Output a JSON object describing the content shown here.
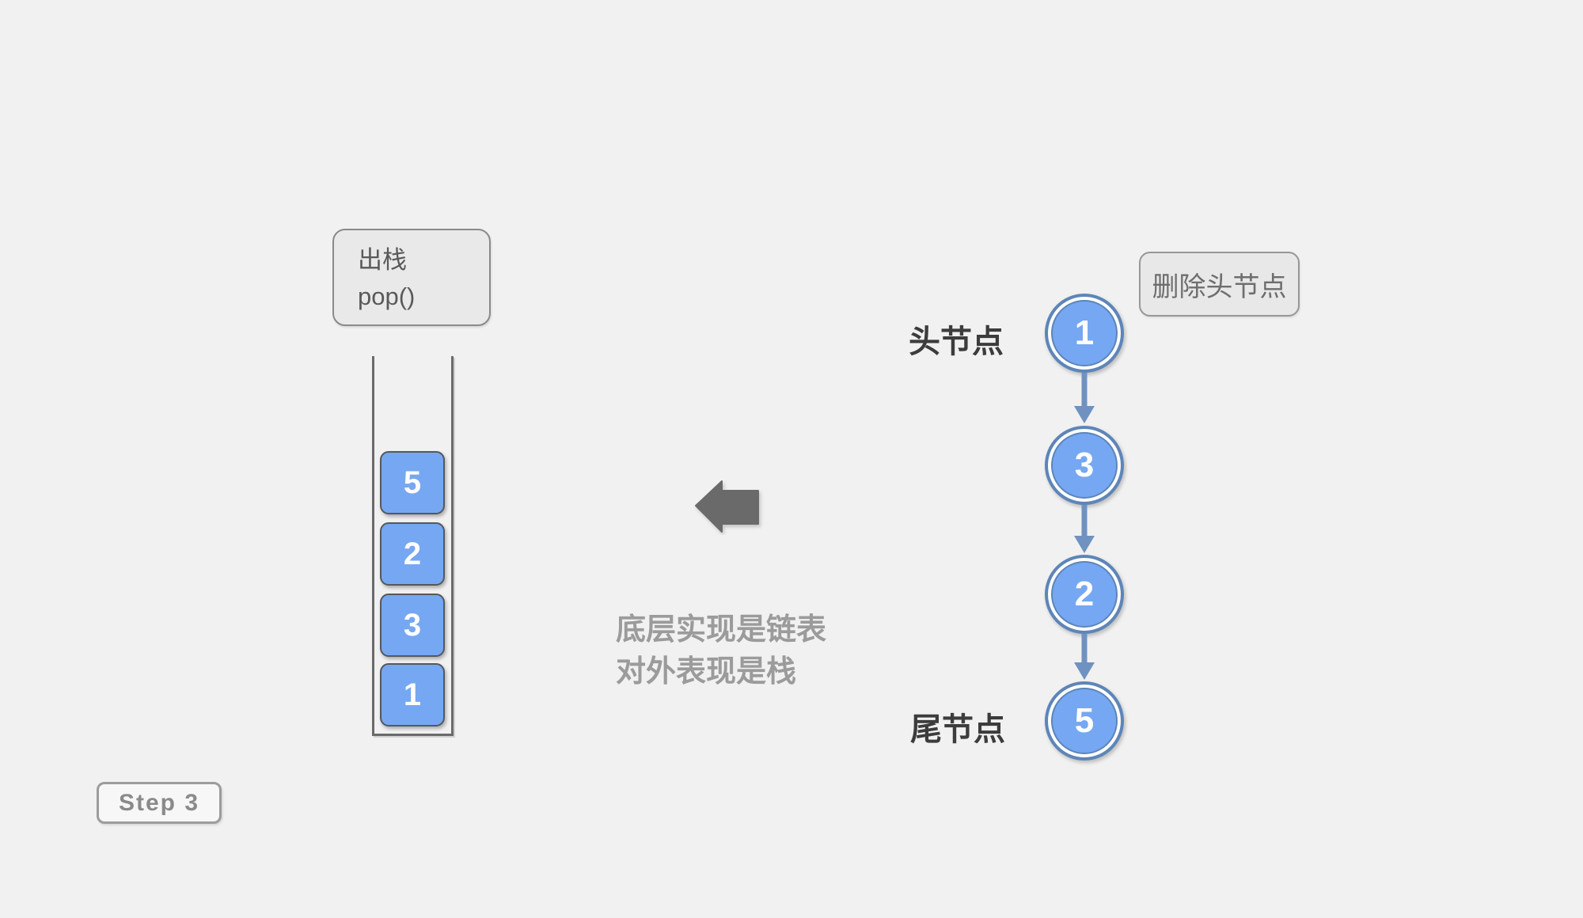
{
  "background_color": "#f1f1f1",
  "stack_panel": {
    "action_box": {
      "line1": "出栈",
      "line2": "pop()"
    },
    "items": [
      {
        "value": "5"
      },
      {
        "value": "2"
      },
      {
        "value": "3"
      },
      {
        "value": "1"
      }
    ],
    "item_color": "#76a7f2"
  },
  "center": {
    "arrow_icon": "left-block-arrow",
    "arrow_color": "#6a6a6a",
    "caption": {
      "line1": "底层实现是链表",
      "line2": "对外表现是栈"
    }
  },
  "linked_list": {
    "action_box": {
      "label": "删除头节点"
    },
    "head_label": "头节点",
    "tail_label": "尾节点",
    "nodes": [
      {
        "value": "1"
      },
      {
        "value": "3"
      },
      {
        "value": "2"
      },
      {
        "value": "5"
      }
    ],
    "node_color": "#76a7f2",
    "ring_color": "#5d85b8",
    "arrow_color": "#6f92c1"
  },
  "step_badge": {
    "label": "Step 3"
  }
}
